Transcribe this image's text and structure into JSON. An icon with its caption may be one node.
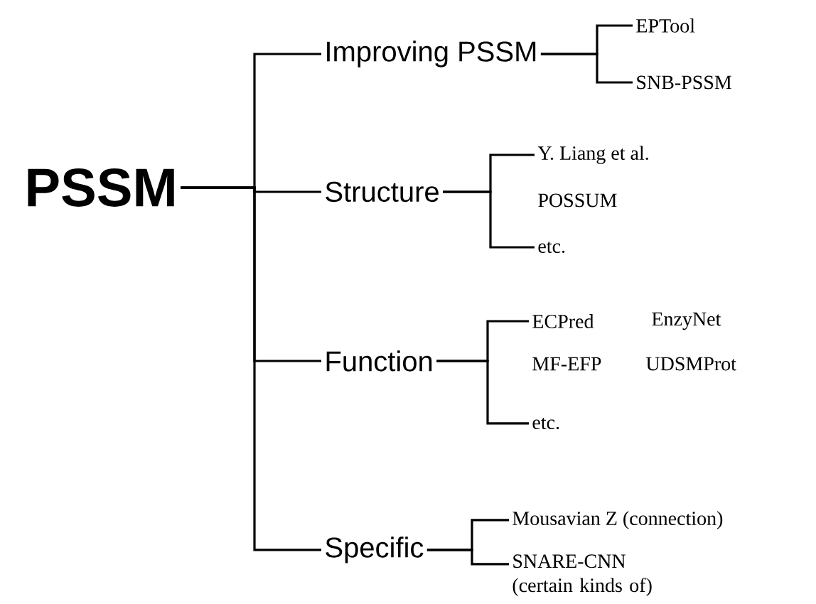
{
  "diagram": {
    "nodes": [
      {
        "text": [
          "PSSM"
        ]
      },
      {
        "text": [
          "Improving PSSM"
        ]
      },
      {
        "text": [
          "Structure"
        ]
      },
      {
        "text": [
          "Function"
        ]
      },
      {
        "text": [
          "Specific"
        ]
      },
      {
        "text": [
          "EPTool"
        ]
      },
      {
        "text": [
          "SNB-PSSM"
        ]
      },
      {
        "text": [
          "Y. Liang et al."
        ]
      },
      {
        "text": [
          "etc."
        ]
      },
      {
        "text": [
          "ECPred"
        ]
      },
      {
        "text": [
          "etc."
        ]
      },
      {
        "text": [
          "Mousavian Z (connection)"
        ]
      },
      {
        "text": [
          "SNARE-CNN (certain kinds of)"
        ]
      }
    ],
    "edges": [
      {
        "from": 0,
        "to": 1,
        "arrow": "none"
      },
      {
        "from": 0,
        "to": 2,
        "arrow": "none"
      },
      {
        "from": 0,
        "to": 3,
        "arrow": "none"
      },
      {
        "from": 0,
        "to": 4,
        "arrow": "none"
      },
      {
        "from": 1,
        "to": 5,
        "arrow": "none"
      },
      {
        "from": 1,
        "to": 6,
        "arrow": "none"
      },
      {
        "from": 2,
        "to": 7,
        "arrow": "none"
      },
      {
        "from": 2,
        "to": 8,
        "arrow": "none"
      },
      {
        "from": 3,
        "to": 9,
        "arrow": "none"
      },
      {
        "from": 3,
        "to": 10,
        "arrow": "none"
      },
      {
        "from": 4,
        "to": 11,
        "arrow": "none"
      },
      {
        "from": 4,
        "to": 12,
        "arrow": "none"
      }
    ],
    "labels": [
      "POSSUM",
      "EnzyNet",
      "MF-EFP",
      "UDSMProt"
    ]
  }
}
